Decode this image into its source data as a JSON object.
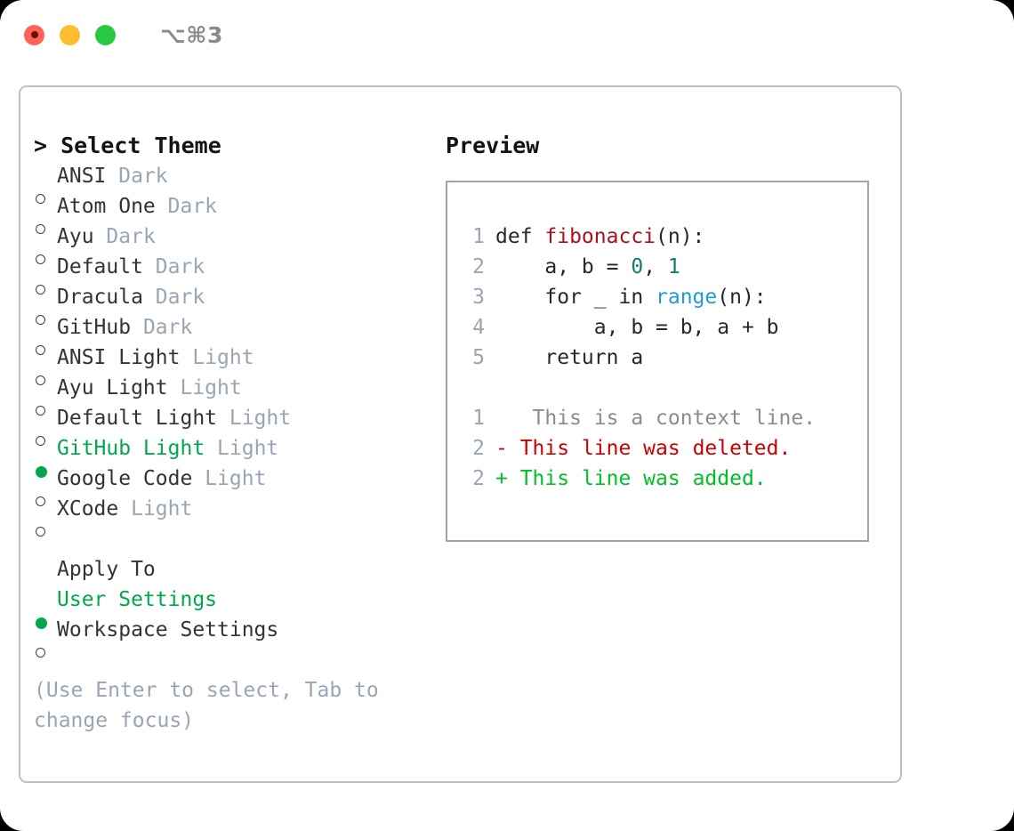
{
  "window": {
    "shortcut_label": "⌥⌘3",
    "traffic_lights": [
      "close-red",
      "minimize-yellow",
      "maximize-green"
    ]
  },
  "theme_picker": {
    "prompt_marker": ">",
    "title": "Select Theme",
    "items": [
      {
        "name": "ANSI",
        "kind": "Dark",
        "selected": false,
        "bullet": "○"
      },
      {
        "name": "Atom One",
        "kind": "Dark",
        "selected": false,
        "bullet": "○"
      },
      {
        "name": "Ayu",
        "kind": "Dark",
        "selected": false,
        "bullet": "○"
      },
      {
        "name": "Default",
        "kind": "Dark",
        "selected": false,
        "bullet": "○"
      },
      {
        "name": "Dracula",
        "kind": "Dark",
        "selected": false,
        "bullet": "○"
      },
      {
        "name": "GitHub",
        "kind": "Dark",
        "selected": false,
        "bullet": "○"
      },
      {
        "name": "ANSI Light",
        "kind": "Light",
        "selected": false,
        "bullet": "○"
      },
      {
        "name": "Ayu Light",
        "kind": "Light",
        "selected": false,
        "bullet": "○"
      },
      {
        "name": "Default Light",
        "kind": "Light",
        "selected": false,
        "bullet": "○"
      },
      {
        "name": "GitHub Light",
        "kind": "Light",
        "selected": true,
        "bullet": "●"
      },
      {
        "name": "Google Code",
        "kind": "Light",
        "selected": false,
        "bullet": "○"
      },
      {
        "name": "XCode",
        "kind": "Light",
        "selected": false,
        "bullet": "○"
      }
    ]
  },
  "apply_to": {
    "title": "Apply To",
    "options": [
      {
        "label": "User Settings",
        "selected": true,
        "bullet": "●"
      },
      {
        "label": "Workspace Settings",
        "selected": false,
        "bullet": "○"
      }
    ]
  },
  "hint": "(Use Enter to select, Tab to change focus)",
  "preview": {
    "title": "Preview",
    "code_lines": [
      {
        "number": "1",
        "tokens": [
          {
            "text": "def ",
            "type": "plain"
          },
          {
            "text": "fibonacci",
            "type": "fn"
          },
          {
            "text": "(n):",
            "type": "plain"
          }
        ]
      },
      {
        "number": "2",
        "tokens": [
          {
            "text": "    a, b = ",
            "type": "plain"
          },
          {
            "text": "0",
            "type": "num"
          },
          {
            "text": ", ",
            "type": "plain"
          },
          {
            "text": "1",
            "type": "num"
          }
        ]
      },
      {
        "number": "3",
        "tokens": [
          {
            "text": "    for _ in ",
            "type": "plain"
          },
          {
            "text": "range",
            "type": "call"
          },
          {
            "text": "(n):",
            "type": "plain"
          }
        ]
      },
      {
        "number": "4",
        "tokens": [
          {
            "text": "        a, b = b, a + b",
            "type": "plain"
          }
        ]
      },
      {
        "number": "5",
        "tokens": [
          {
            "text": "    return a",
            "type": "plain"
          }
        ]
      }
    ],
    "diff_lines": [
      {
        "number": "1",
        "marker": " ",
        "text": "  This is a context line.",
        "type": "context"
      },
      {
        "number": "2",
        "marker": "-",
        "text": " This line was deleted.",
        "type": "del"
      },
      {
        "number": "2",
        "marker": "+",
        "text": " This line was added.",
        "type": "add"
      }
    ]
  },
  "colors": {
    "accent_green": "#00a84d",
    "muted_gray": "#9aa5b4",
    "text": "#2f343a",
    "panel_border": "#b9c0ca",
    "preview_border": "#9aa5b4",
    "syntax_function": "#a8131b",
    "syntax_number": "#0f7c76",
    "syntax_call": "#1f9cd8",
    "diff_context": "#8c8c8c",
    "diff_deleted": "#cc0000",
    "diff_added": "#00bf26",
    "traffic_red": "#ff6257",
    "traffic_yellow": "#ffbd2e",
    "traffic_green": "#28c840"
  }
}
